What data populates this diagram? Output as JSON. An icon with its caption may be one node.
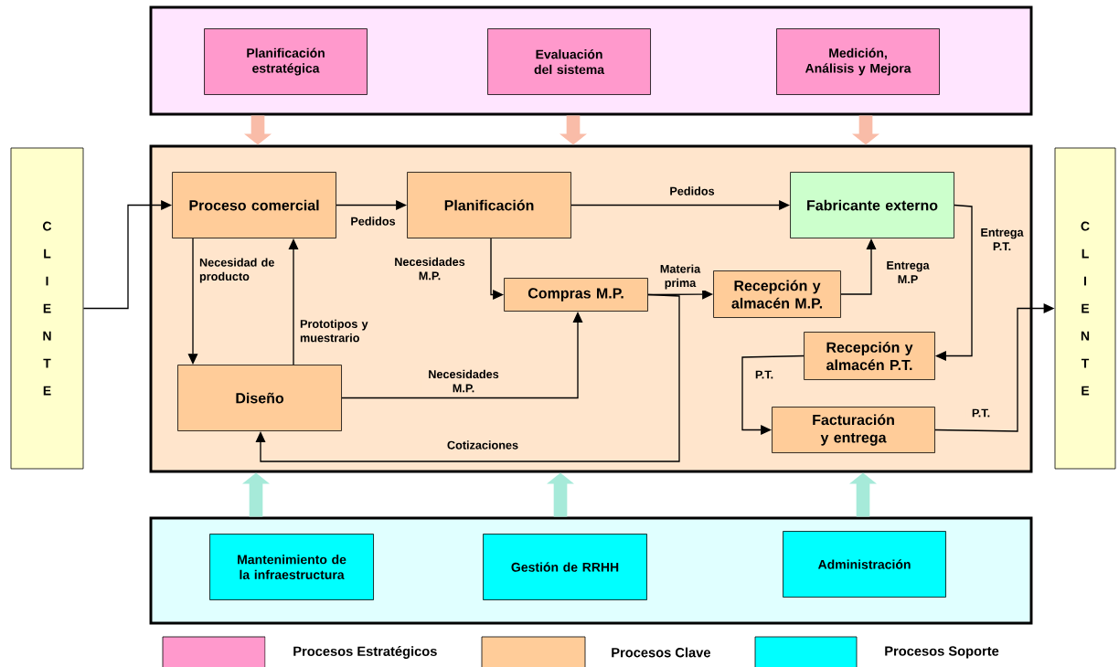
{
  "diagram": {
    "nodes": [
      {
        "text": [],
        "shape": "box"
      },
      {
        "text": [
          "Planificación estratégica"
        ],
        "in": 0
      },
      {
        "text": [
          "Evaluación del sistema"
        ],
        "in": 0
      },
      {
        "text": [
          "Medición, Análisis y Mejora"
        ],
        "in": 0
      },
      {
        "text": [
          "C L I E N T E"
        ]
      },
      {
        "text": [],
        "shape": "box"
      },
      {
        "text": [
          "Proceso comercial"
        ],
        "in": 5
      },
      {
        "text": [
          "Planificación"
        ],
        "in": 5
      },
      {
        "text": [
          "Fabricante externo"
        ],
        "in": 5
      },
      {
        "text": [
          "Compras M.P."
        ],
        "in": 5
      },
      {
        "text": [
          "Recepción y almacén M.P."
        ],
        "in": 5
      },
      {
        "text": [
          "Recepción y almacén P.T."
        ],
        "in": 5
      },
      {
        "text": [
          "Diseño"
        ],
        "in": 5
      },
      {
        "text": [
          "Facturación y entrega"
        ],
        "in": 5
      },
      {
        "text": [
          "C L I E N T E"
        ]
      },
      {
        "text": [],
        "shape": "box"
      },
      {
        "text": [
          "Mantenimiento de la infraestructura"
        ],
        "in": 15
      },
      {
        "text": [
          "Gestión de RRHH"
        ],
        "in": 15
      },
      {
        "text": [
          "Administración"
        ],
        "in": 15
      }
    ],
    "edges": [
      {
        "from": 4,
        "to": 6,
        "arrow": "to"
      },
      {
        "from": 6,
        "to": 7,
        "arrow": "to",
        "label": "Pedidos"
      },
      {
        "from": 7,
        "to": 8,
        "arrow": "to",
        "label": "Pedidos"
      },
      {
        "from": 6,
        "to": 12,
        "arrow": "to",
        "label": "Necesidad de producto"
      },
      {
        "from": 12,
        "to": 6,
        "arrow": "to",
        "label": "Prototipos y muestrario"
      },
      {
        "from": 7,
        "to": 9,
        "arrow": "to",
        "label": "Necesidades M.P."
      },
      {
        "from": 12,
        "to": 9,
        "arrow": "to",
        "label": "Necesidades M.P."
      },
      {
        "from": 9,
        "to": 10,
        "arrow": "to",
        "label": "Materia prima"
      },
      {
        "from": 9,
        "to": 12,
        "arrow": "to",
        "label": "Cotizaciones"
      },
      {
        "from": 10,
        "to": 8,
        "arrow": "to",
        "label": "Entrega M.P"
      },
      {
        "from": 8,
        "to": 11,
        "arrow": "to",
        "label": "Entrega P.T."
      },
      {
        "from": 11,
        "to": 13,
        "arrow": "to",
        "label": "P.T."
      },
      {
        "from": 13,
        "to": 14,
        "arrow": "to",
        "label": "P.T."
      },
      {
        "from": 0,
        "to": 5,
        "arrow": "to",
        "style": "thick",
        "color": "#f9bca8"
      },
      {
        "from": 0,
        "to": 5,
        "arrow": "to",
        "style": "thick",
        "color": "#f9bca8"
      },
      {
        "from": 0,
        "to": 5,
        "arrow": "to",
        "style": "thick",
        "color": "#f9bca8"
      },
      {
        "from": 15,
        "to": 5,
        "arrow": "to",
        "style": "thick",
        "color": "#a6ead9"
      },
      {
        "from": 15,
        "to": 5,
        "arrow": "to",
        "style": "thick",
        "color": "#a6ead9"
      },
      {
        "from": 15,
        "to": 5,
        "arrow": "to",
        "style": "thick",
        "color": "#a6ead9"
      }
    ],
    "legend": [
      {
        "text": "Procesos Estratégicos",
        "color": "#ff99cc"
      },
      {
        "text": "Procesos Clave",
        "color": "#ffcc99"
      },
      {
        "text": "Procesos Soporte",
        "color": "#00ffff"
      }
    ]
  }
}
